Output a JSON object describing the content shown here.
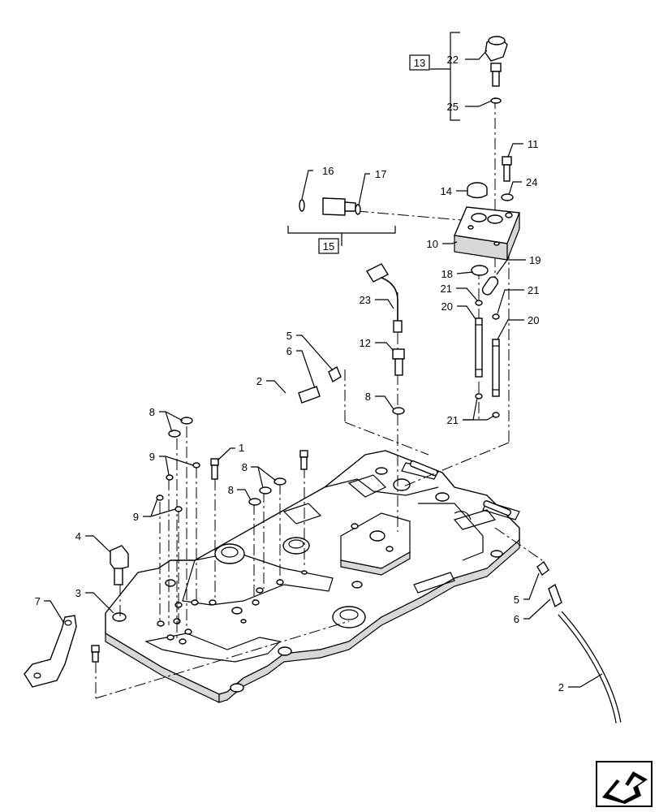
{
  "callouts": {
    "c1": "1",
    "c2a": "2",
    "c2b": "2",
    "c3": "3",
    "c4": "4",
    "c5a": "5",
    "c5b": "5",
    "c6a": "6",
    "c6b": "6",
    "c7": "7",
    "c8a": "8",
    "c8b": "8",
    "c8c": "8",
    "c8d": "8",
    "c9a": "9",
    "c9b": "9",
    "c10": "10",
    "c11": "11",
    "c12": "12",
    "c13": "13",
    "c14": "14",
    "c15": "15",
    "c16": "16",
    "c17": "17",
    "c18": "18",
    "c19": "19",
    "c20a": "20",
    "c20b": "20",
    "c21a": "21",
    "c21b": "21",
    "c21c": "21",
    "c22": "22",
    "c23": "23",
    "c24": "24",
    "c25": "25"
  },
  "icons": {
    "nav": "next-page-arrow-icon"
  }
}
